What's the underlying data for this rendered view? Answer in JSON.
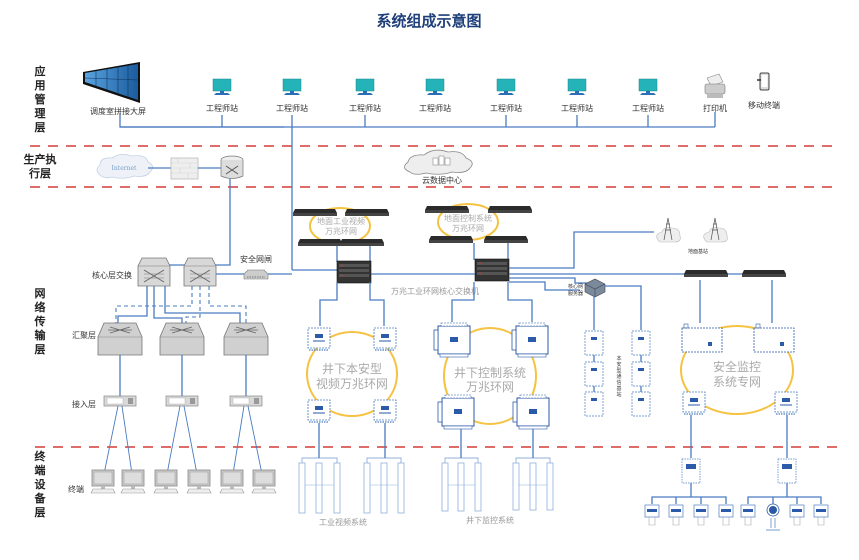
{
  "title": "系统组成示意图",
  "layers": [
    {
      "id": "app",
      "label": [
        "应",
        "用",
        "管",
        "理",
        "层"
      ]
    },
    {
      "id": "exec",
      "label": [
        "生产执",
        "行层"
      ]
    },
    {
      "id": "net",
      "label": [
        "网",
        "络",
        "传",
        "输",
        "层"
      ]
    },
    {
      "id": "term",
      "label": [
        "终",
        "端",
        "设",
        "备",
        "层"
      ]
    }
  ],
  "app_layer": {
    "video_wall": "调度室拼接大屏",
    "stations": [
      "工程师站",
      "工程师站",
      "工程师站",
      "工程师站",
      "工程师站",
      "工程师站",
      "工程师站"
    ],
    "printer": "打印机",
    "mobile": "移动终端"
  },
  "exec_layer": {
    "internet": "Internet",
    "cloud_dc": "云数据中心"
  },
  "net_layer": {
    "core_switch_label": "核心层交换",
    "gateway_label": "安全网闸",
    "aggregation_label": "汇聚层",
    "access_label": "接入层",
    "ring_surface_video": [
      "地面工业视频",
      "万兆环网"
    ],
    "ring_surface_control": [
      "地面控制系统",
      "万兆环网"
    ],
    "core_ring_switch": "万兆工业环网核心交换机",
    "core_server": [
      "核心网",
      "服务器"
    ],
    "ground_base_station": "地面基站",
    "ring_underground_video": [
      "井下本安型",
      "视频万兆环网"
    ],
    "ring_underground_control": [
      "井下控制系统",
      "万兆环网"
    ],
    "comm_base_station": [
      "本",
      "安",
      "型",
      "通",
      "信",
      "基",
      "站"
    ],
    "ring_safety": [
      "安全监控",
      "系统专网"
    ]
  },
  "term_layer": {
    "terminal_label": "终端",
    "video_system": "工业视频系统",
    "monitor_system": "井下监控系统"
  },
  "colors": {
    "title": "#1f3f7a",
    "link": "#4a7cc0",
    "separator": "#d9534f",
    "ring": "#f5c242"
  }
}
